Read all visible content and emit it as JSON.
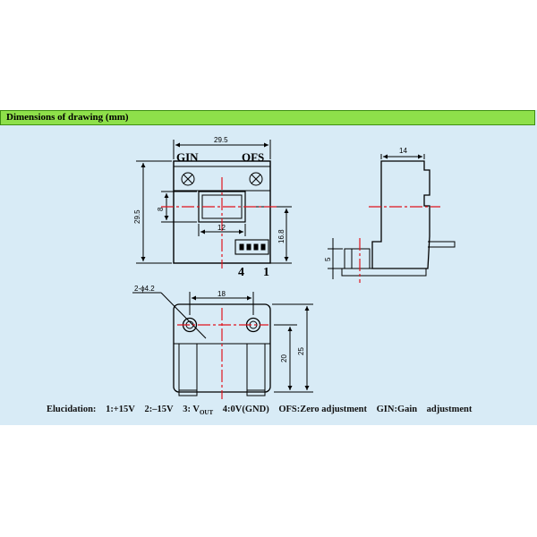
{
  "header": {
    "title": "Dimensions of drawing (mm)"
  },
  "front_view": {
    "dim_width": "29.5",
    "dim_height": "29.5",
    "dim_window_height": "8",
    "dim_window_width": "12",
    "dim_pin_height": "16.8",
    "label_gain": "GIN",
    "label_offset": "OFS",
    "pin_left": "4",
    "pin_right": "1"
  },
  "side_view": {
    "dim_depth": "14",
    "dim_pin": "5"
  },
  "bottom_view": {
    "dim_holes": "2-ϕ4.2",
    "dim_spacing": "18",
    "dim_inner_height": "20",
    "dim_outer_height": "25"
  },
  "elucidation": {
    "label": "Elucidation:",
    "pin1": "1:+15V",
    "pin2": "2:–15V",
    "pin3_prefix": "3: V",
    "pin3_sub": "OUT",
    "pin4": "4:0V(GND)",
    "ofs": "OFS:Zero adjustment",
    "gin": "GIN:Gain    adjustment"
  },
  "colors": {
    "header_bg": "#8ee04a",
    "panel_bg": "#d8ebf6",
    "centerline": "#e0141e"
  }
}
